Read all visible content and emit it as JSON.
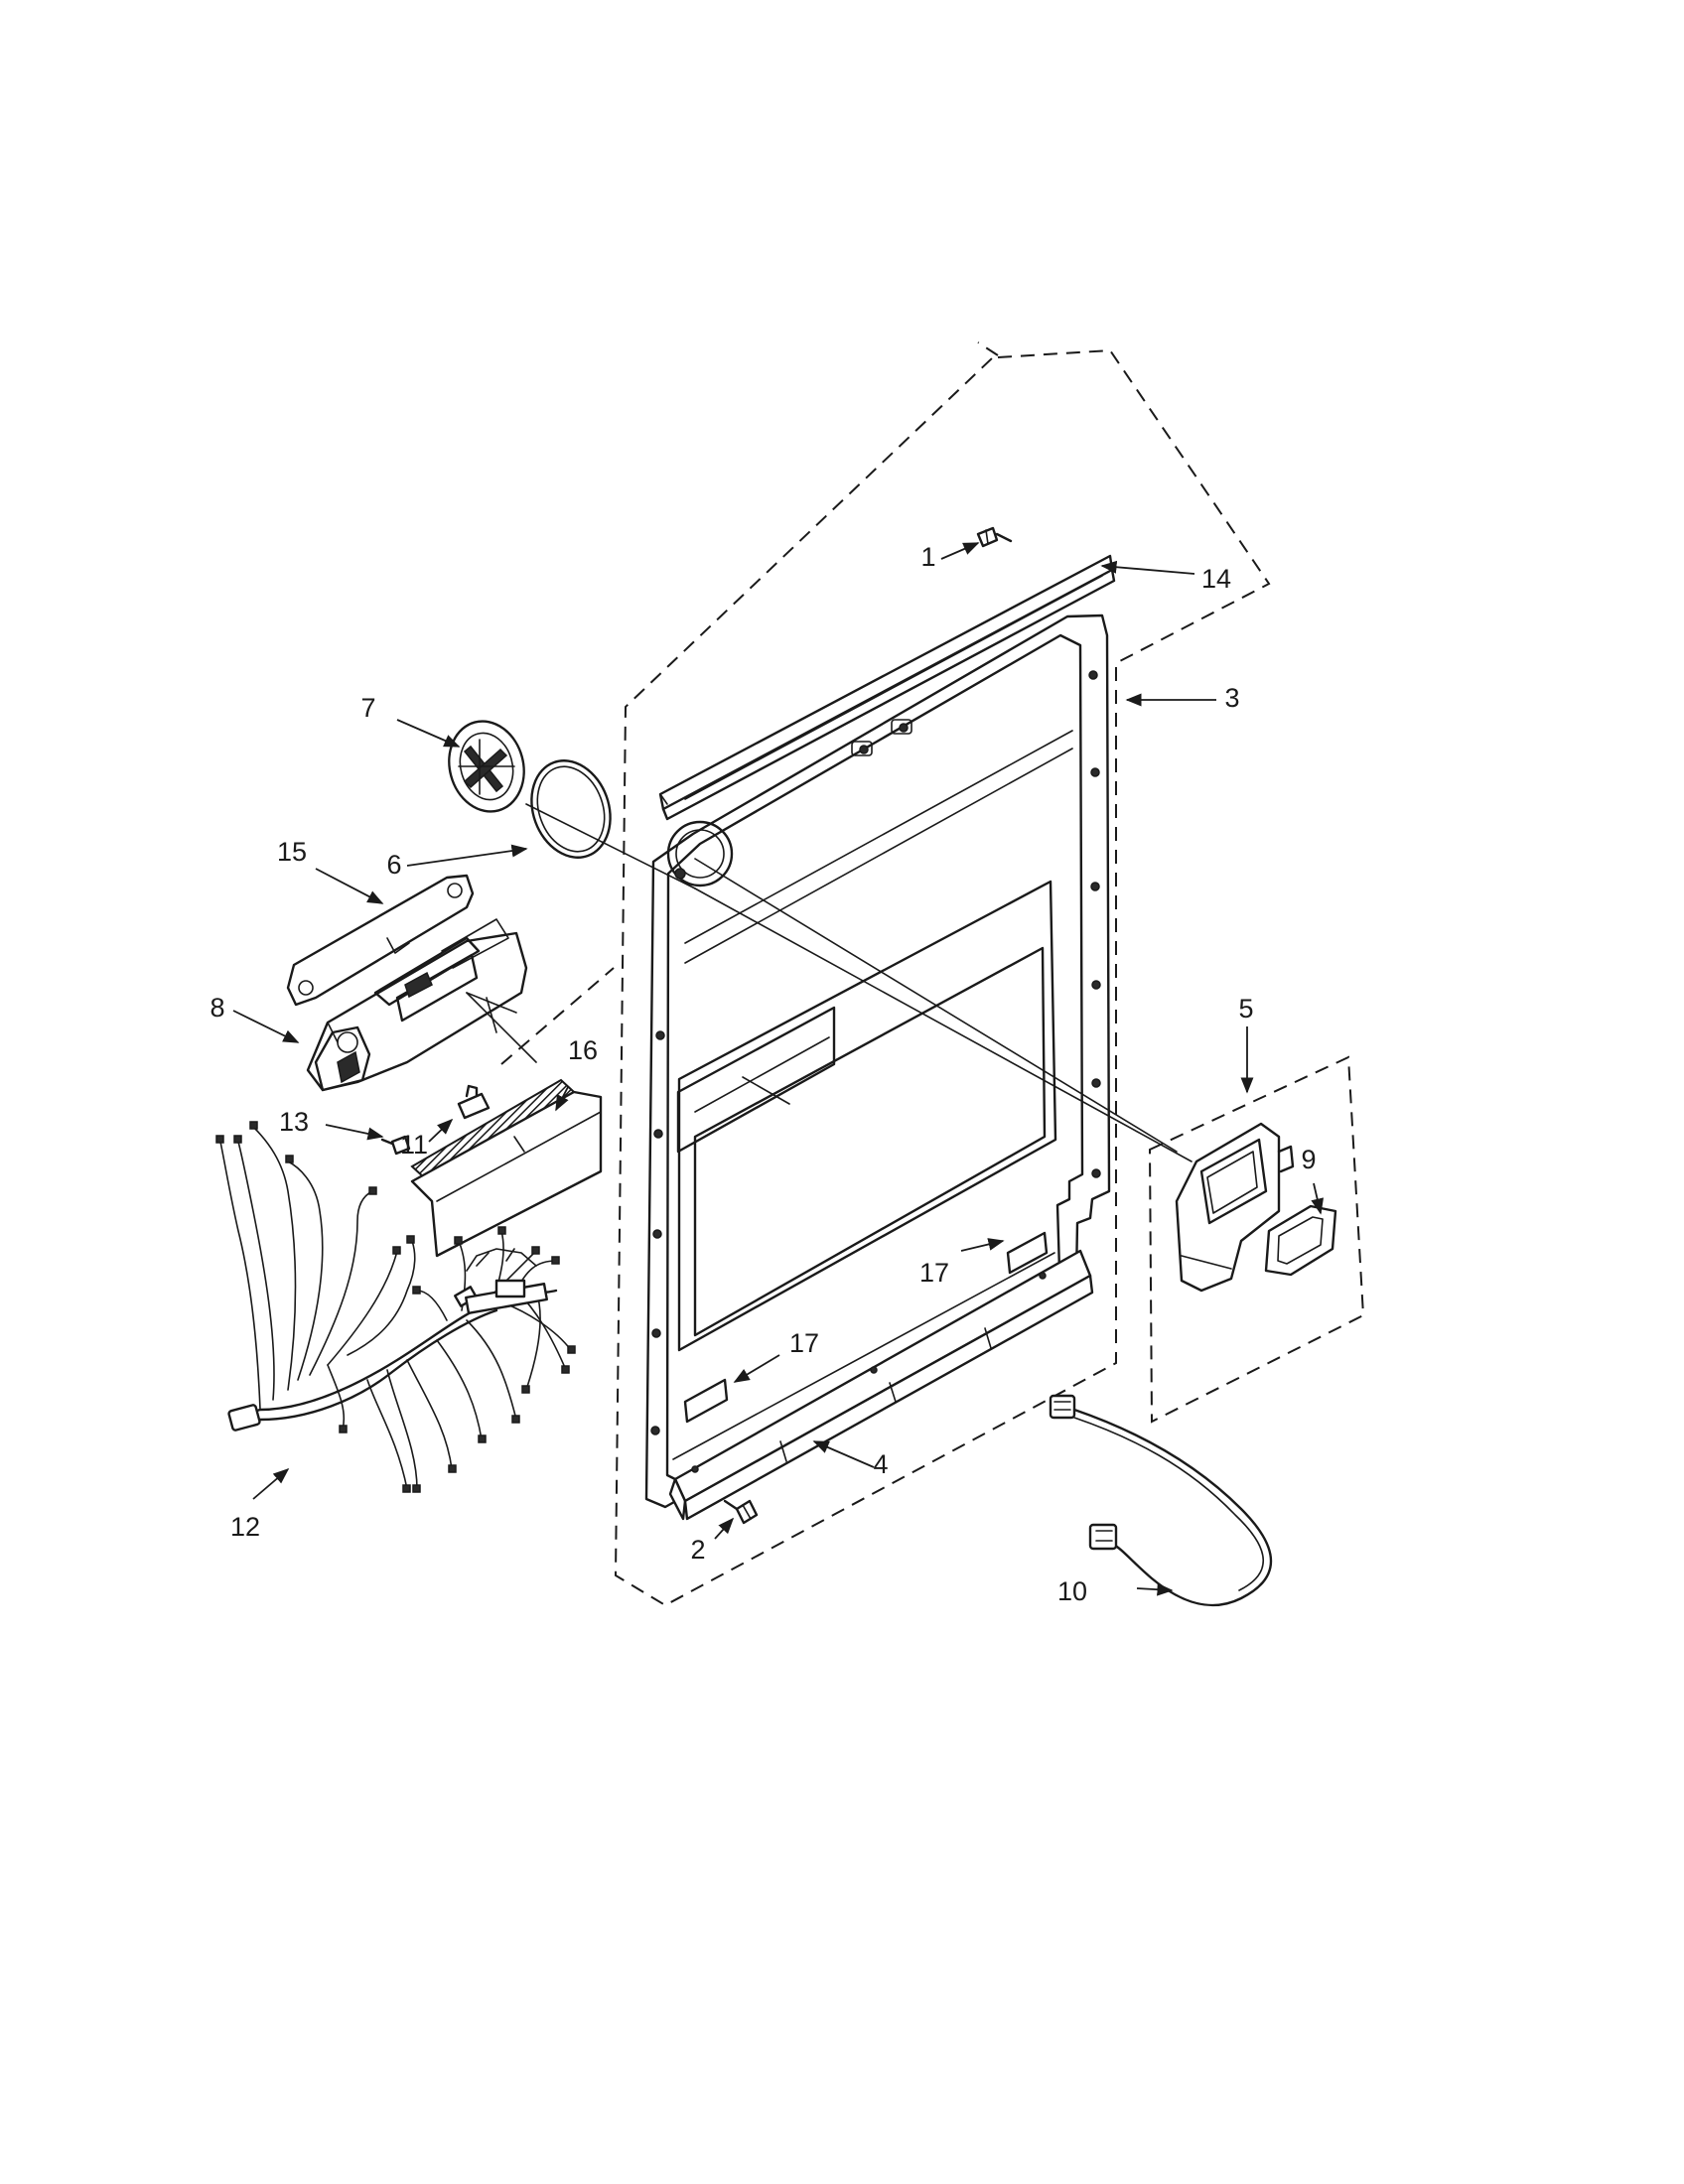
{
  "callouts": [
    "1",
    "2",
    "3",
    "4",
    "5",
    "6",
    "7",
    "8",
    "9",
    "10",
    "11",
    "12",
    "13",
    "14",
    "15",
    "16",
    "17",
    "17"
  ]
}
